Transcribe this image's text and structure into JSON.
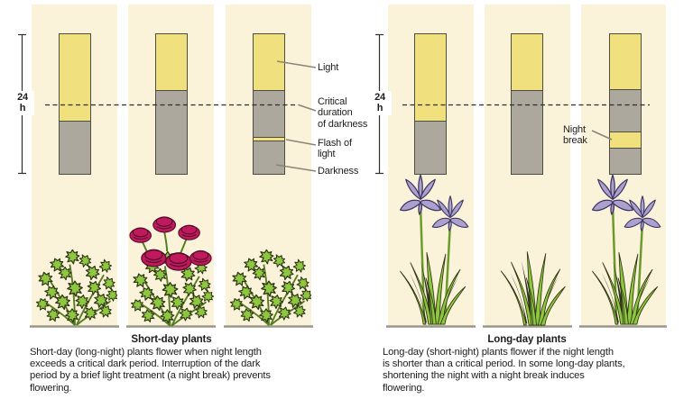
{
  "palette": {
    "light_period": "#F1E17E",
    "dark_period": "#ACA89D",
    "panel_background": "#FBF2DA",
    "flower_magenta": "#C0195C",
    "iris_lavender": "#ABA0CE",
    "leaf_green": "#8DC73F"
  },
  "left_panel": {
    "bracket": {
      "value": "24",
      "unit": "h"
    },
    "callouts": {
      "light": "Light",
      "critical_lines": [
        "Critical",
        "duration",
        "of darkness"
      ],
      "flash_lines": [
        "Flash of",
        "light"
      ],
      "darkness": "Darkness"
    },
    "columns": [
      {
        "bar_segments": [
          "light",
          "darkness"
        ],
        "night_length": "shorter than critical",
        "plant": "chrysanthemum",
        "flowering": false
      },
      {
        "bar_segments": [
          "light",
          "darkness"
        ],
        "night_length": "longer than critical",
        "plant": "chrysanthemum",
        "flowering": true
      },
      {
        "bar_segments": [
          "light",
          "darkness",
          "flash of light",
          "darkness"
        ],
        "night_length": "longer than critical, interrupted by flash of light",
        "plant": "chrysanthemum",
        "flowering": false
      }
    ],
    "heading": "Short-day plants",
    "caption_lines": [
      "Short-day (long-night) plants flower when night length",
      "exceeds a critical dark period. Interruption of the dark",
      "period by a brief light treatment (a night break) prevents",
      "flowering."
    ]
  },
  "right_panel": {
    "bracket": {
      "value": "24",
      "unit": "h"
    },
    "callouts": {
      "night_break_lines": [
        "Night",
        "break"
      ]
    },
    "columns": [
      {
        "bar_segments": [
          "light",
          "darkness"
        ],
        "night_length": "shorter than critical",
        "plant": "iris",
        "flowering": true
      },
      {
        "bar_segments": [
          "light",
          "darkness"
        ],
        "night_length": "longer than critical",
        "plant": "iris",
        "flowering": false
      },
      {
        "bar_segments": [
          "light",
          "darkness",
          "night break",
          "darkness"
        ],
        "night_length": "shortened by night break",
        "plant": "iris",
        "flowering": true
      }
    ],
    "heading": "Long-day plants",
    "caption_lines": [
      "Long-day (short-night) plants flower if the night length",
      "is shorter than a critical period. In some long-day plants,",
      "shortening the night with a night break induces",
      "flowering."
    ]
  }
}
